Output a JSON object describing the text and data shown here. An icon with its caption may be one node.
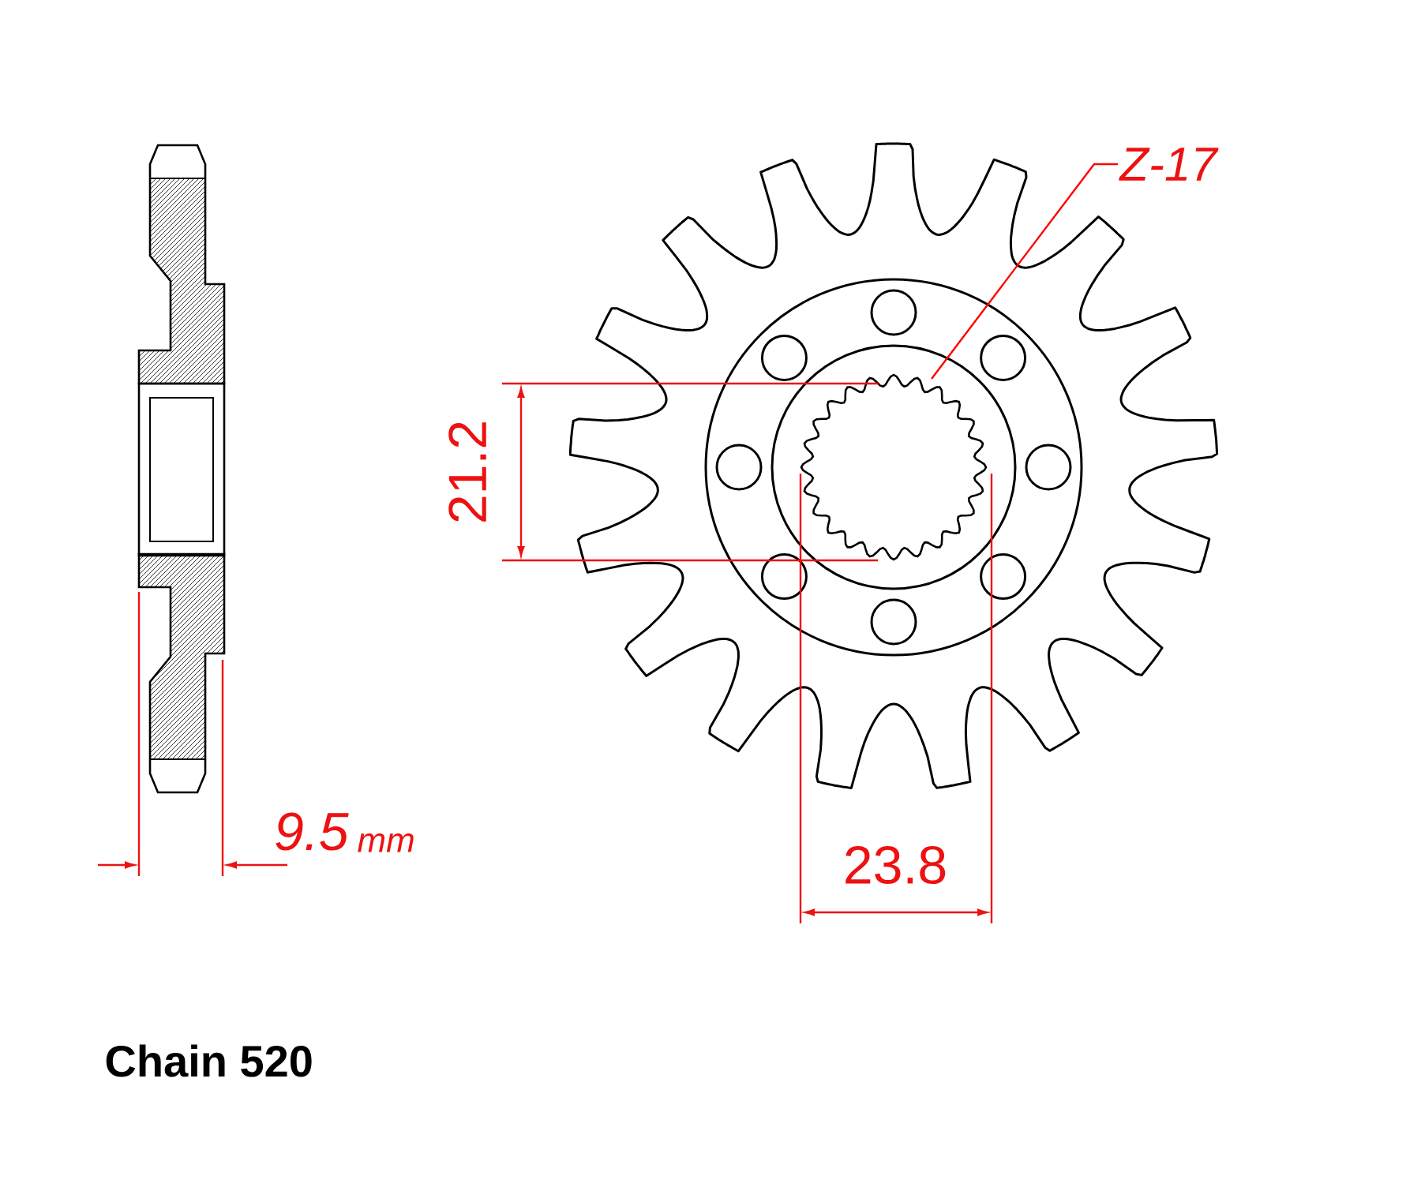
{
  "diagram": {
    "nodes": [
      {
        "text": [
          "Z-17"
        ]
      },
      {
        "text": [],
        "shape": "picture"
      }
    ],
    "edges": [
      {
        "from": 0,
        "to": 1,
        "arrow": "none",
        "color": "#ff0000"
      }
    ],
    "labels": [
      "21.2",
      "23.8",
      "9.5",
      "mm",
      "Chain 520"
    ]
  }
}
